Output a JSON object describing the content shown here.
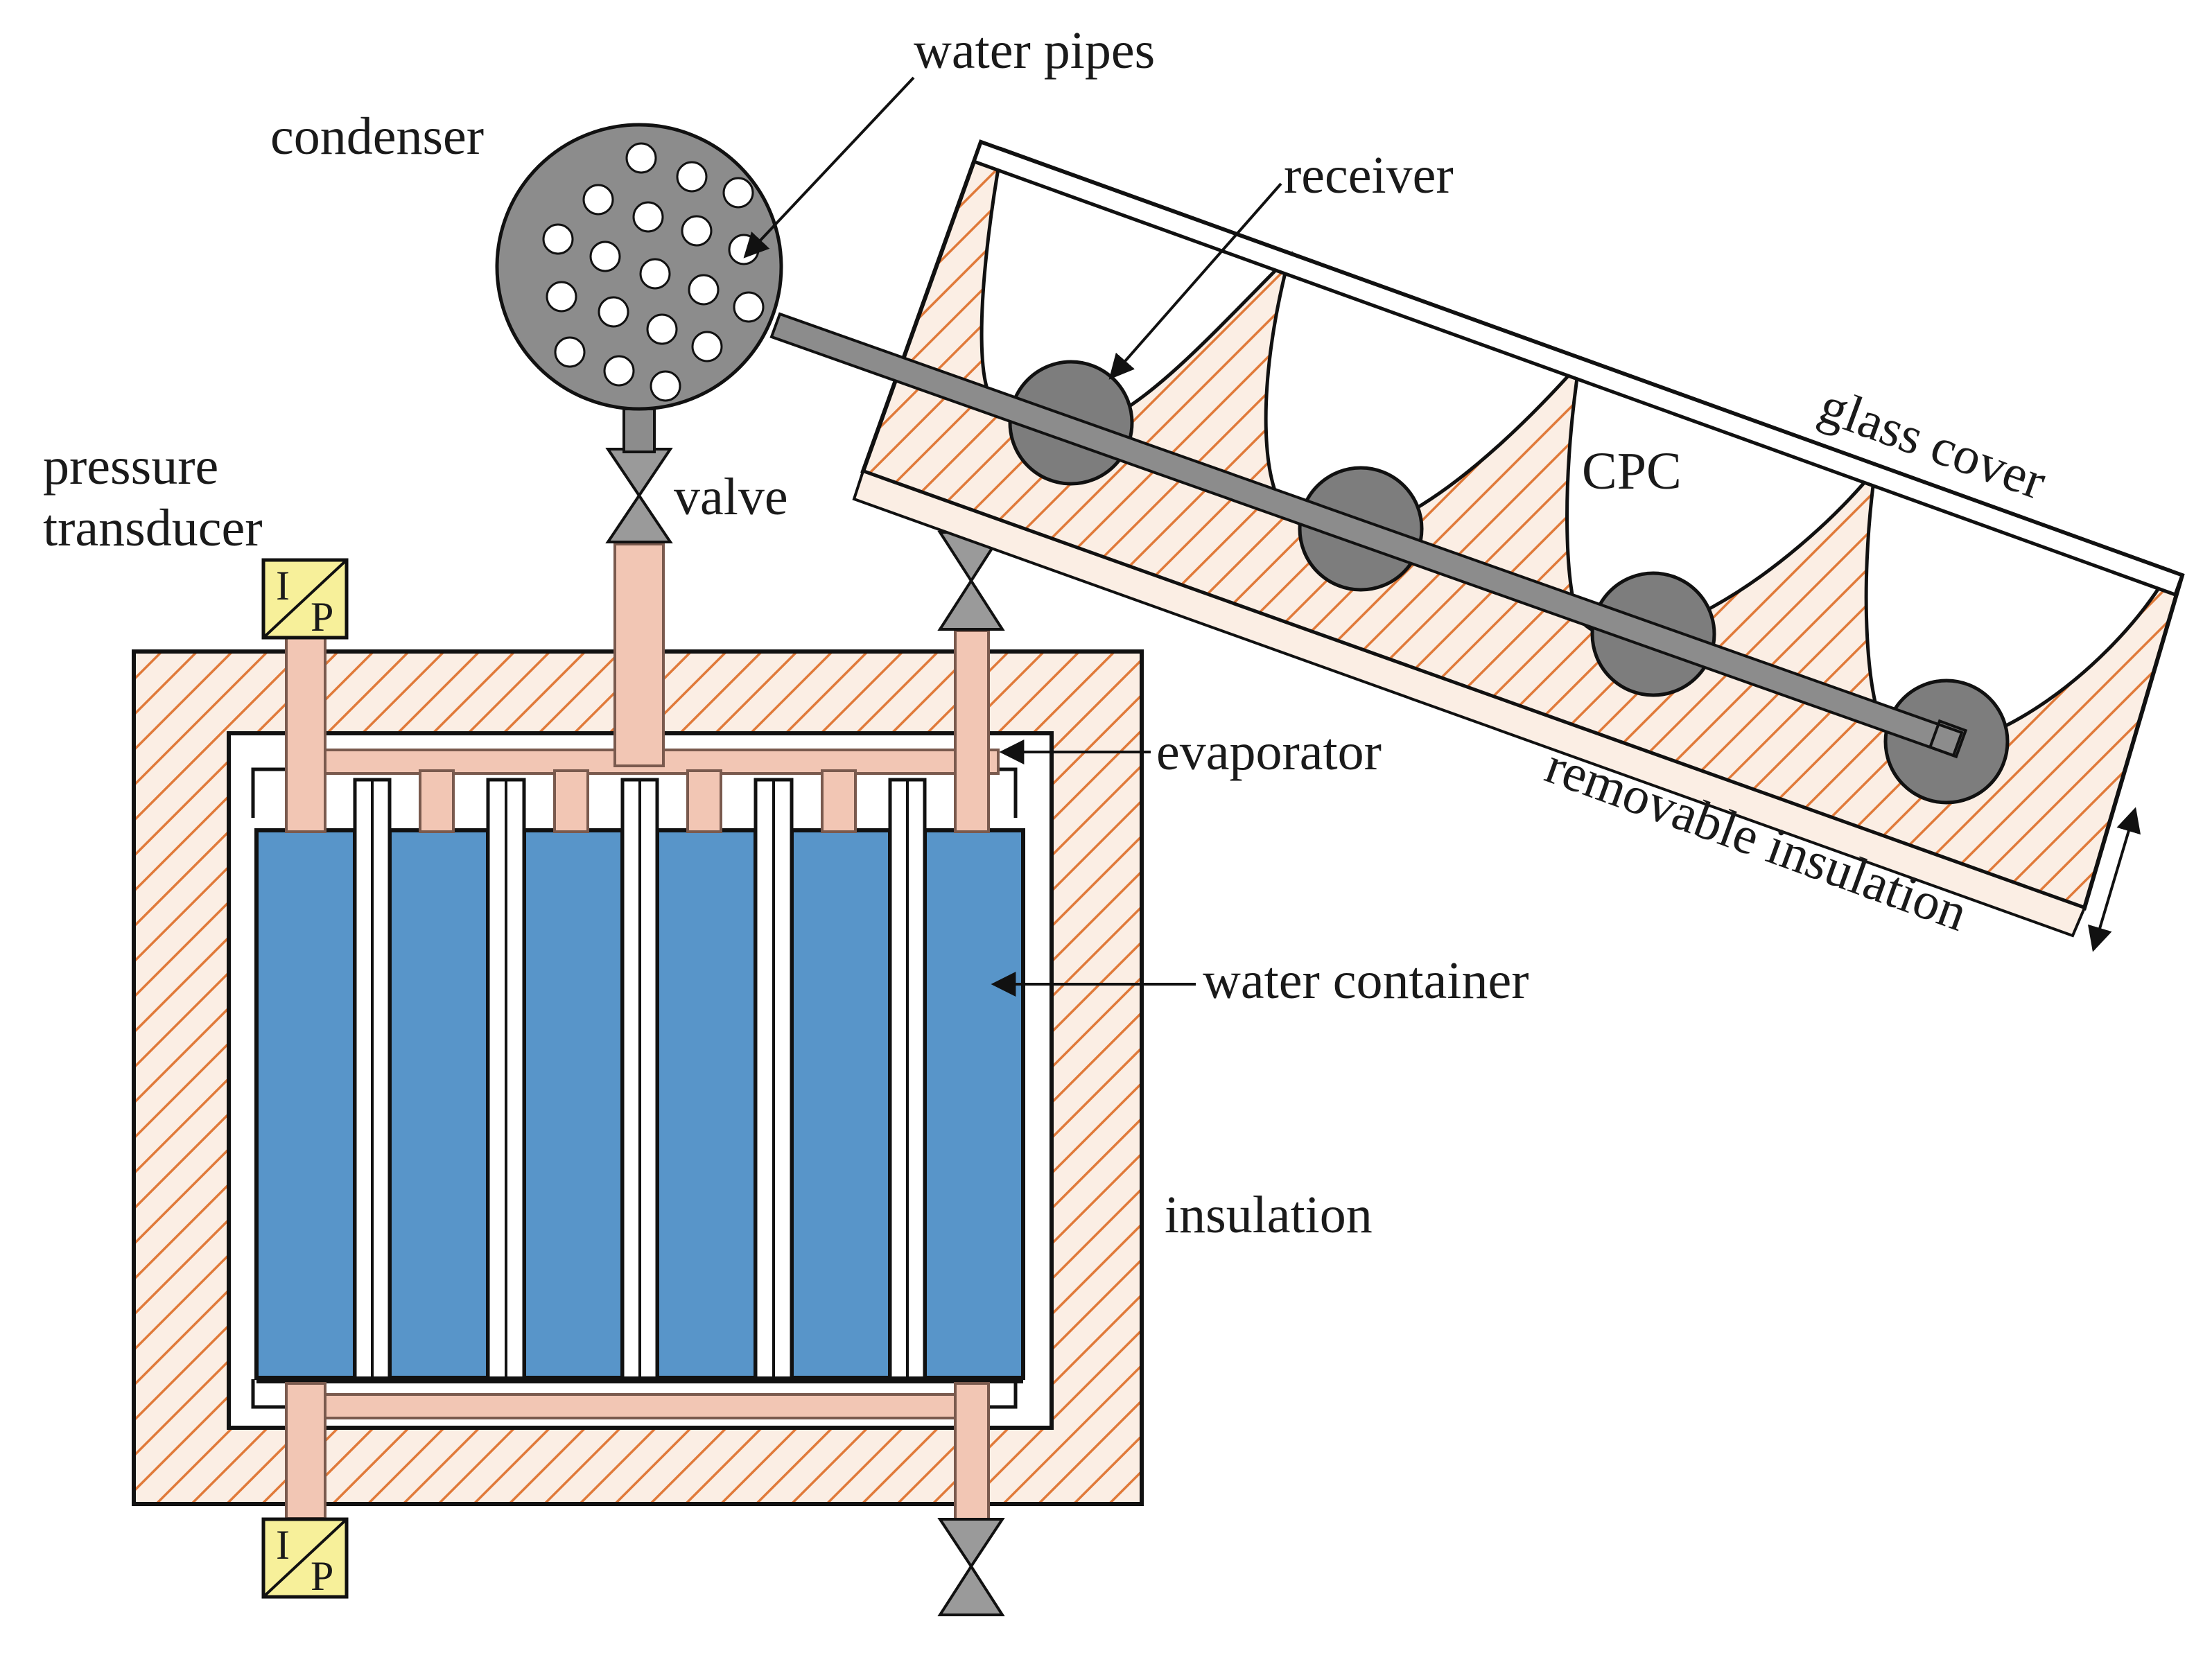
{
  "labels": {
    "water_pipes": "water pipes",
    "condenser": "condenser",
    "receiver": "receiver",
    "glass_cover": "glass cover",
    "cpc": "CPC",
    "pressure": "pressure",
    "transducer": "transducer",
    "valve": "valve",
    "evaporator": "evaporator",
    "removable_insulation": "removable insulation",
    "water_container": "water container",
    "insulation": "insulation"
  },
  "transducer_symbol": {
    "top": "I",
    "bottom": "P"
  },
  "colors": {
    "insulation_hatch": "#e07a3a",
    "insulation_bg": "#fbeee4",
    "pipe": "#f2c6b4",
    "pipe_stroke": "#7a5a4e",
    "water": "#5895c9",
    "condenser": "#8c8c8c",
    "receiver": "#7d7d7d",
    "valve": "#9a9a9a",
    "transducer": "#f7f09a"
  },
  "counts": {
    "water_containers": 6,
    "receivers": 4,
    "condenser_holes": 19
  }
}
